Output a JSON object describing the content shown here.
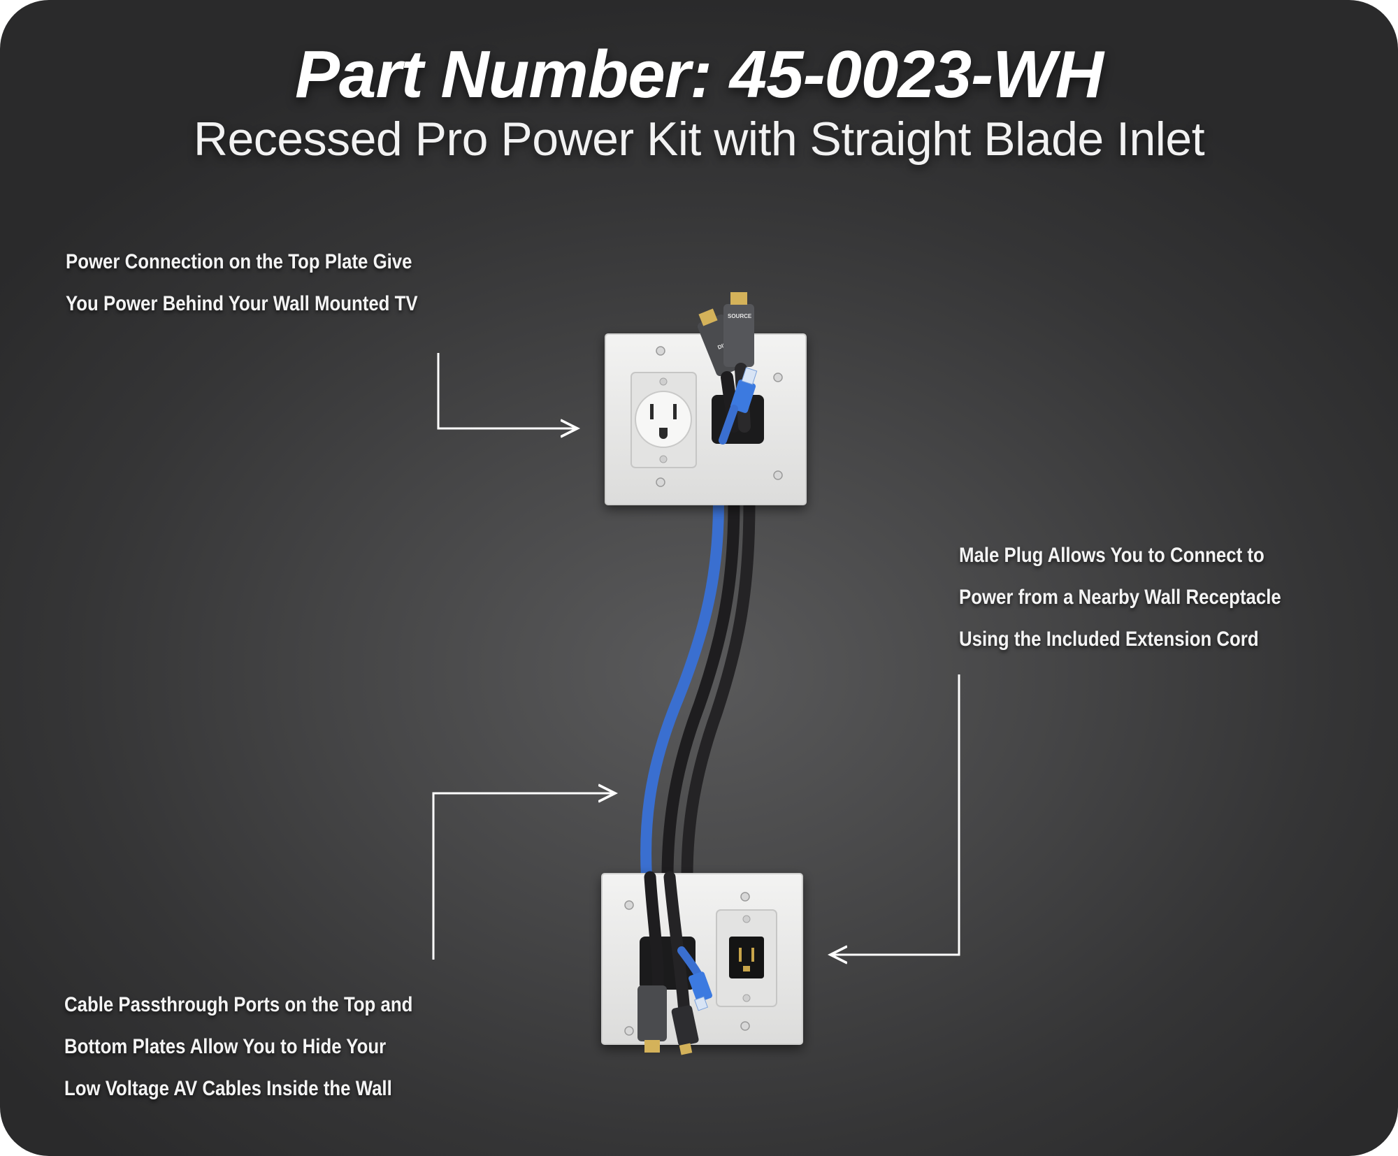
{
  "header": {
    "title": "Part Number: 45-0023-WH",
    "subtitle": "Recessed Pro Power Kit with Straight Blade Inlet"
  },
  "callouts": {
    "top_plate": {
      "lines": [
        "Power Connection on the Top Plate Give",
        "You Power Behind Your Wall Mounted TV"
      ]
    },
    "male_plug": {
      "lines": [
        "Male Plug Allows You to Connect to",
        "Power from a Nearby Wall Receptacle",
        "Using the Included Extension Cord"
      ]
    },
    "passthrough": {
      "lines": [
        "Cable Passthrough Ports on the Top and",
        "Bottom Plates Allow You to Hide Your",
        "Low Voltage AV Cables Inside the Wall"
      ]
    }
  },
  "cable_labels": {
    "display": "DISPLAY",
    "source": "SOURCE"
  },
  "colors": {
    "background": "#3a3a3b",
    "text": "#ffffff",
    "plate": "#ebebea",
    "blue_cable": "#3a6fd0",
    "black_cable": "#1e1d1f"
  }
}
